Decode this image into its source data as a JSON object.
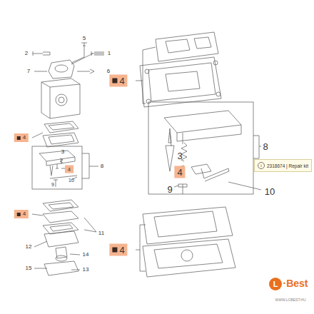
{
  "diagram": {
    "nodes": [
      {
        "text": [
          "i",
          "2318674 | Repair kit"
        ]
      }
    ],
    "labels": [
      "2",
      "5",
      "1",
      "7",
      "6",
      "4",
      "4",
      "3",
      "8",
      "10",
      "9",
      "4",
      "11",
      "12",
      "14",
      "15",
      "13",
      "4",
      "3",
      "4",
      "8",
      "10",
      "9",
      "4",
      "L",
      "·Best",
      "WWW.LOBEST.HU"
    ]
  }
}
